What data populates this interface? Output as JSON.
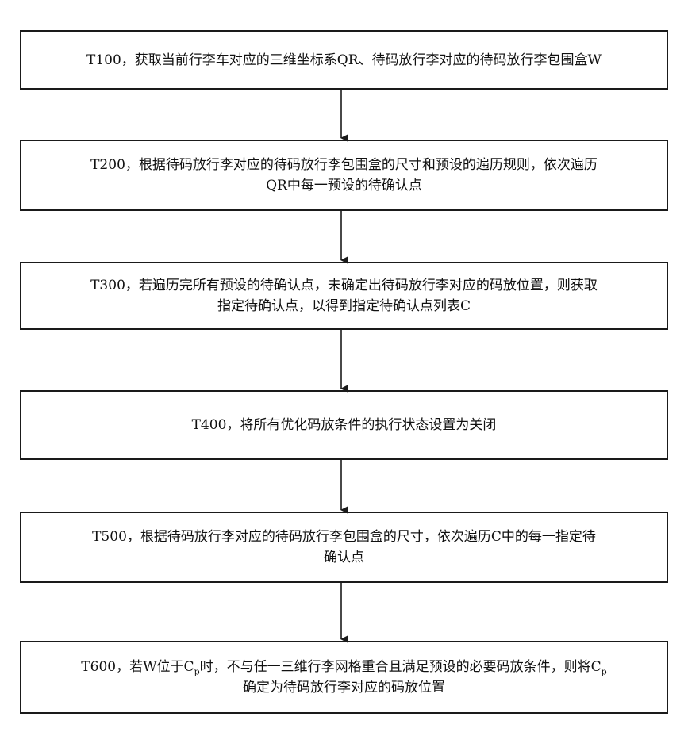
{
  "steps": [
    {
      "id": "T100",
      "line1": "T100，获取当前行李车对应的三维坐标系QR、待码放行李对应的待码放行李包围盒W"
    },
    {
      "id": "T200",
      "line1": "T200，根据待码放行李对应的待码放行李包围盒的尺寸和预设的遍历规则，依次遍历",
      "line2": "QR中每一预设的待确认点"
    },
    {
      "id": "T300",
      "line1": "T300，若遍历完所有预设的待确认点，未确定出待码放行李对应的码放位置，则获取",
      "line2": "指定待确认点，以得到指定待确认点列表C"
    },
    {
      "id": "T400",
      "line1": "T400，将所有优化码放条件的执行状态设置为关闭"
    },
    {
      "id": "T500",
      "line1": "T500，根据待码放行李对应的待码放行李包围盒的尺寸，依次遍历C中的每一指定待",
      "line2": "确认点"
    },
    {
      "id": "T600",
      "line1_a": "T600，若W位于C",
      "line1_sub1": "p",
      "line1_b": "时，不与任一三维行李网格重合且满足预设的必要码放条件，则将C",
      "line1_sub2": "p",
      "line2": "确定为待码放行李对应的码放位置"
    }
  ],
  "colors": {
    "border": "#1a1a1a",
    "arrow": "#1a1a1a",
    "text": "#111111"
  }
}
